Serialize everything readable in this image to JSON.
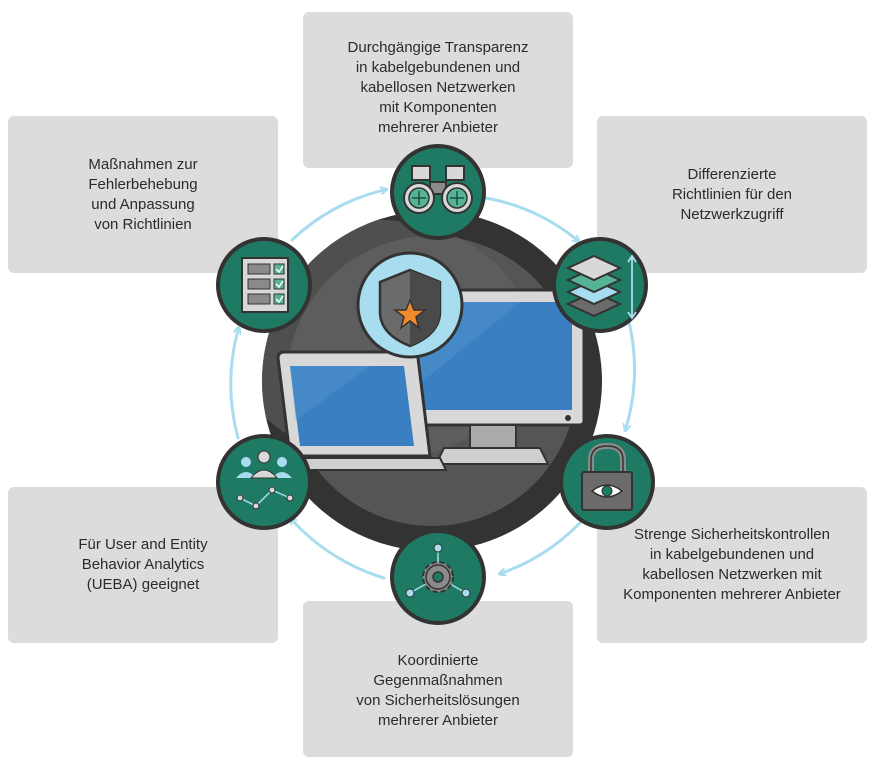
{
  "boxes": {
    "top": "Durchgängige Transparenz\nin kabelgebundenen und\nkabellosen Netzwerken\nmit Komponenten\nmehrerer Anbieter",
    "top_right": "Differenzierte\nRichtlinien für den\nNetzwerkzugriff",
    "bottom_right": "Strenge Sicherheitskontrollen\nin kabelgebundenen und\nkabellosen Netzwerken mit\nKomponenten mehrerer Anbieter",
    "bottom": "Koordinierte\nGegenmaßnahmen\nvon Sicherheitslösungen\nmehrerer Anbieter",
    "bottom_left": "Für User and Entity\nBehavior Analytics\n(UEBA) geeignet",
    "top_left": "Maßnahmen zur\nFehlerbehebung\nund Anpassung\nvon Richtlinien"
  },
  "icons": [
    "binoculars-icon",
    "layers-icon",
    "padlock-eye-icon",
    "gear-network-icon",
    "users-analytics-icon",
    "checklist-icon",
    "shield-star-icon",
    "laptop-icon",
    "monitor-icon"
  ],
  "colors": {
    "teal": "#1f7a64",
    "teal_light": "#57b396",
    "arrow_blue": "#a8dcef",
    "dark_ring": "#333333",
    "box_gray": "#dcdcdc",
    "screen_blue": "#3a7fc1",
    "star_orange": "#f08a2c"
  }
}
